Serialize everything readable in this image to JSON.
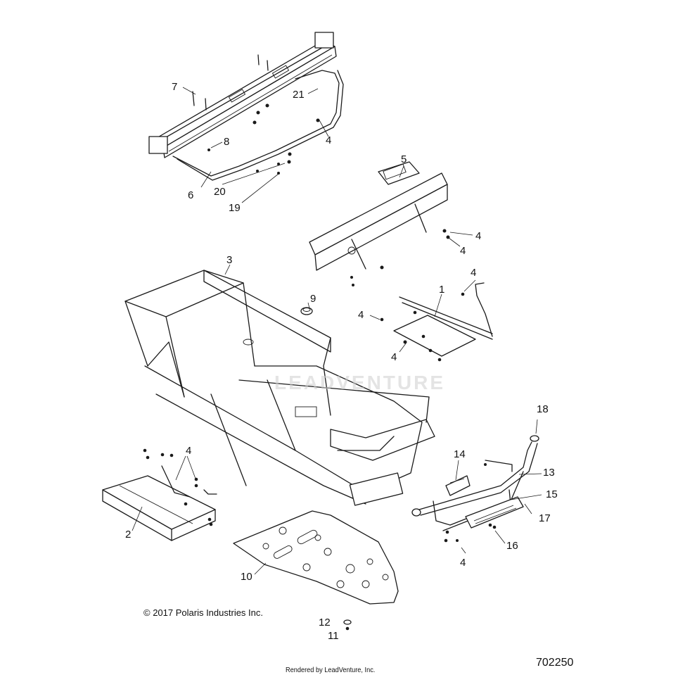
{
  "copyright": "© 2017 Polaris Industries Inc.",
  "rendered_by": "Rendered by LeadVenture, Inc.",
  "diagram_id": "702250",
  "watermark": "LEADVENTURE",
  "callouts": {
    "c1": "1",
    "c2": "2",
    "c3": "3",
    "c4a": "4",
    "c4b": "4",
    "c4c": "4",
    "c4d": "4",
    "c4e": "4",
    "c4f": "4",
    "c4g": "4",
    "c4h": "4",
    "c5": "5",
    "c6": "6",
    "c7": "7",
    "c8": "8",
    "c9": "9",
    "c10": "10",
    "c11": "11",
    "c12": "12",
    "c13": "13",
    "c14": "14",
    "c15": "15",
    "c16": "16",
    "c17": "17",
    "c18": "18",
    "c19": "19",
    "c20": "20",
    "c21": "21"
  }
}
